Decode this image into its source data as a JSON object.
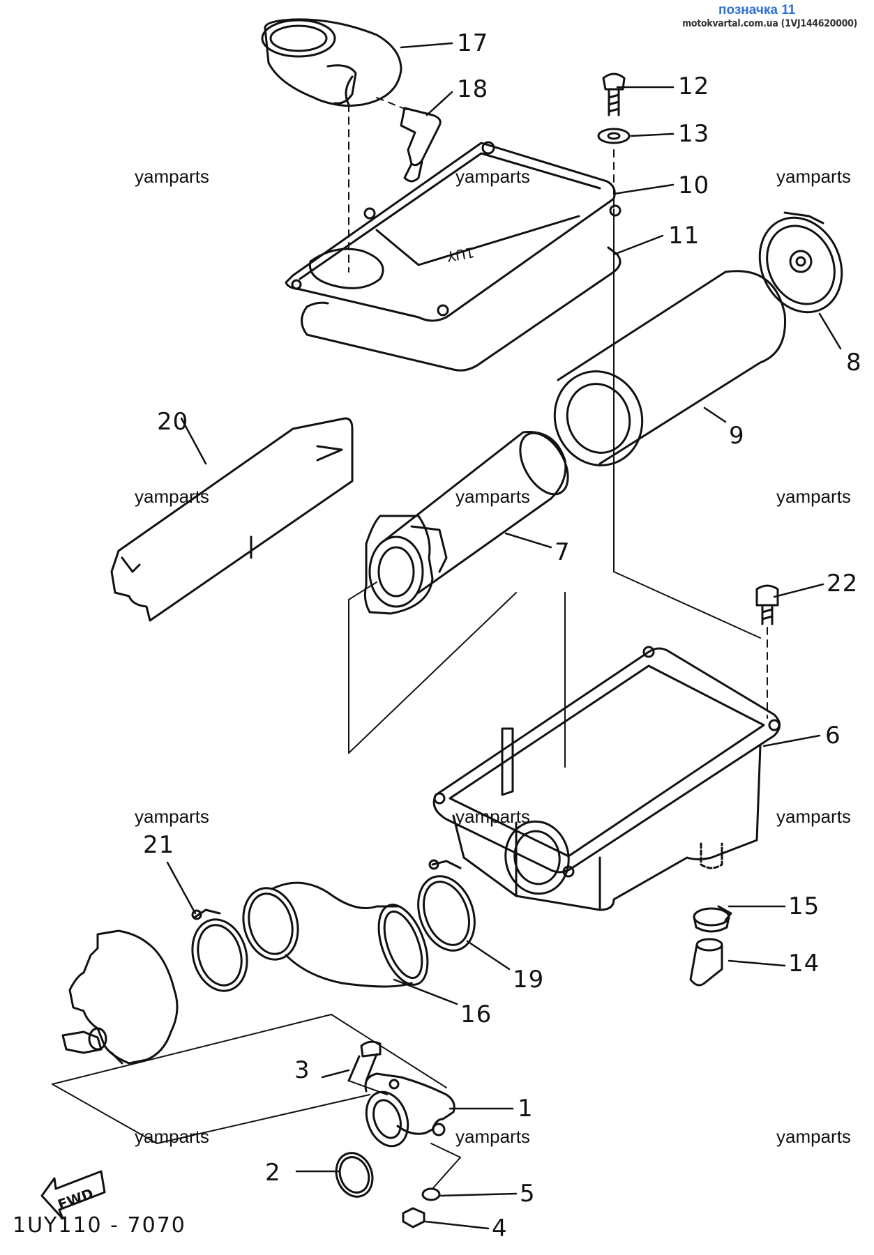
{
  "header": {
    "title": "позначка 11",
    "source": "motokvartal.com.ua (1VJ144620000)"
  },
  "watermark": "yamparts",
  "diagram_code": "1UY110 - 7070",
  "fwd_label": "FWD",
  "cover_mark": "1UY",
  "callouts": [
    "1",
    "2",
    "3",
    "4",
    "5",
    "6",
    "7",
    "8",
    "9",
    "10",
    "11",
    "12",
    "13",
    "14",
    "15",
    "16",
    "17",
    "18",
    "19",
    "20",
    "21",
    "22"
  ],
  "colors": {
    "ink": "#111111",
    "title": "#2b6fd6",
    "background": "#ffffff"
  }
}
